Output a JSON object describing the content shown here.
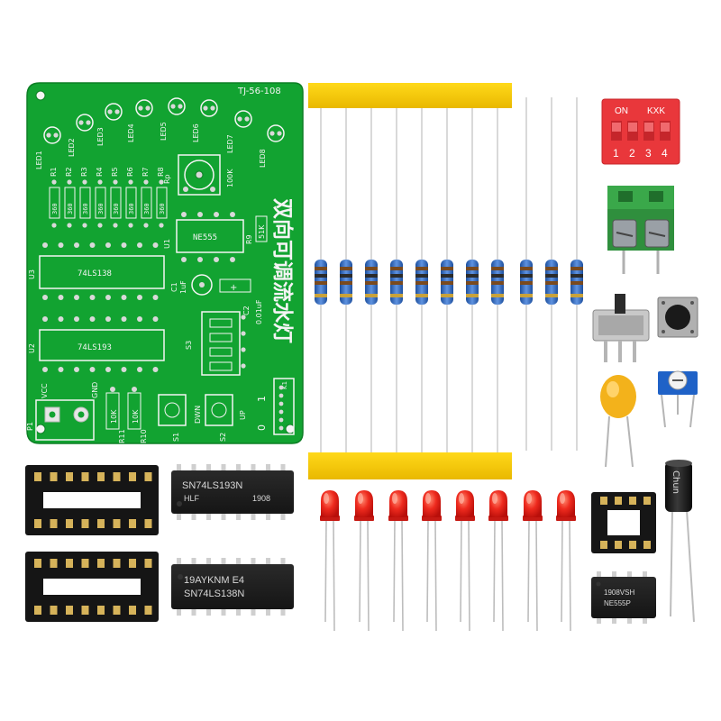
{
  "pcb": {
    "board_code": "TJ-56-108",
    "title_cn": "双向可调流水灯",
    "leds": [
      "LED1",
      "LED2",
      "LED3",
      "LED4",
      "LED5",
      "LED6",
      "LED7",
      "LED8"
    ],
    "resistors": [
      "R1",
      "R2",
      "R3",
      "R4",
      "R5",
      "R6",
      "R7",
      "R8"
    ],
    "resistor_value": "360",
    "pot_label": "Rp",
    "pot_value": "100K",
    "u1_label": "U1",
    "u1_chip": "NE555",
    "r9_label": "R9",
    "r9_value": "51K",
    "u3_label": "U3",
    "u3_chip": "74LS138",
    "u2_label": "U2",
    "u2_chip": "74LS193",
    "c1_label": "C1",
    "c1_value": "1uF",
    "c2_label": "C2",
    "c2_value": "0.01uF",
    "s3_label": "S3",
    "vcc_label": "VCC",
    "gnd_label": "GND",
    "p1_label": "P1",
    "r11_label": "R11",
    "r10_label": "R10",
    "r_small_value": "10K",
    "s1_label": "S1",
    "dwn_label": "DWN",
    "s2_label": "S2",
    "up_label": "UP",
    "k1_label": "K1",
    "one_label": "1",
    "zero_label": "0"
  },
  "parts": {
    "dip_switch": {
      "on_label": "ON",
      "brand": "KXK",
      "positions": [
        "1",
        "2",
        "3",
        "4"
      ]
    },
    "chip_193": {
      "line1": "SN74LS193N",
      "line2": "HLF",
      "line3": "1908"
    },
    "chip_138": {
      "line1": "19AYKNM E4",
      "line2": "SN74LS138N"
    },
    "chip_555": {
      "line1": "1908VSH",
      "line2": "NE555P"
    },
    "electrolytic_cap_label": "Chun"
  },
  "colors": {
    "pcb_green": "#12a331",
    "silkscreen": "#f4f4f4",
    "tape_yellow": "#f7c900",
    "led_red": "#e8211b",
    "terminal_green": "#3aa84a",
    "dip_red": "#e9373b"
  }
}
